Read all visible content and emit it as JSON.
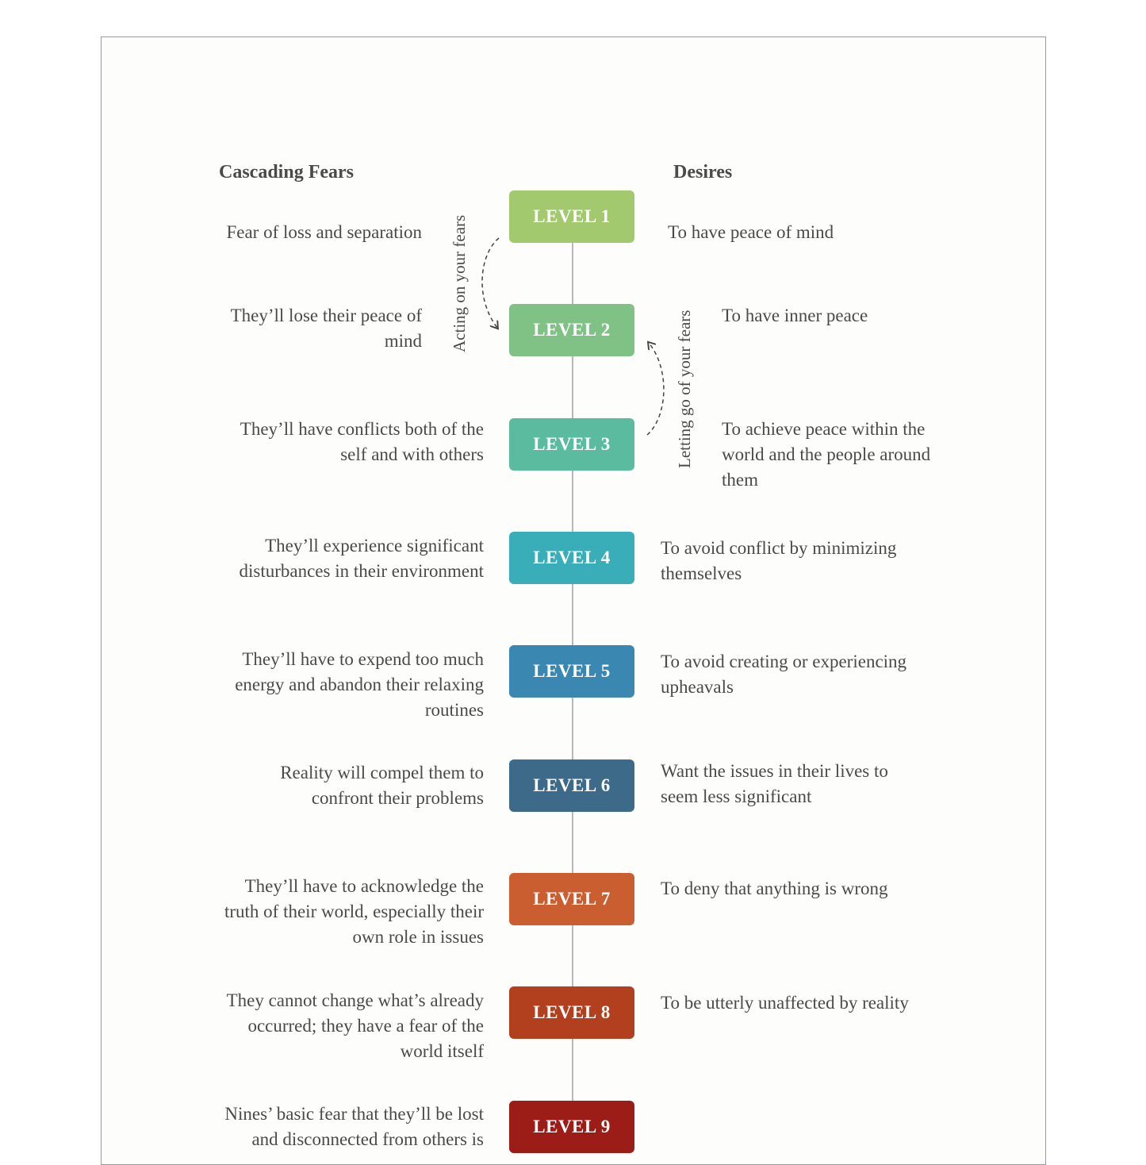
{
  "headings": {
    "fears": "Cascading Fears",
    "desires": "Desires"
  },
  "arrows": {
    "down_label": "Acting on your fears",
    "up_label": "Letting go of your fears"
  },
  "levels": [
    {
      "label": "LEVEL 1",
      "color": "#a3c96e",
      "fear": "Fear of loss and separation",
      "desire": "To have peace of mind"
    },
    {
      "label": "LEVEL 2",
      "color": "#80c186",
      "fear": "They’ll lose their peace of mind",
      "desire": "To have inner peace"
    },
    {
      "label": "LEVEL 3",
      "color": "#5bbb9e",
      "fear": "They’ll have conflicts both of the self and with others",
      "desire": "To achieve peace within the world and the people around them"
    },
    {
      "label": "LEVEL 4",
      "color": "#3aaeb8",
      "fear": "They’ll experience significant disturbances in their environment",
      "desire": "To avoid conflict by minimizing themselves"
    },
    {
      "label": "LEVEL 5",
      "color": "#3a87b2",
      "fear": "They’ll have to expend too much energy and abandon their relaxing routines",
      "desire": "To avoid creating or experiencing upheavals"
    },
    {
      "label": "LEVEL 6",
      "color": "#3d6a89",
      "fear": "Reality will compel them to confront their problems",
      "desire": "Want the issues in their lives to seem less significant"
    },
    {
      "label": "LEVEL 7",
      "color": "#cb5e31",
      "fear": "They’ll have to acknowledge the truth of their world, especially their own role in issues",
      "desire": "To deny that anything is wrong"
    },
    {
      "label": "LEVEL 8",
      "color": "#b2401f",
      "fear": "They cannot change what’s already occurred; they have a fear of the world itself",
      "desire": "To be utterly unaffected by reality"
    },
    {
      "label": "LEVEL 9",
      "color": "#9c1c17",
      "fear": "Nines’ basic fear that they’ll be lost and disconnected from others is",
      "desire": ""
    }
  ]
}
